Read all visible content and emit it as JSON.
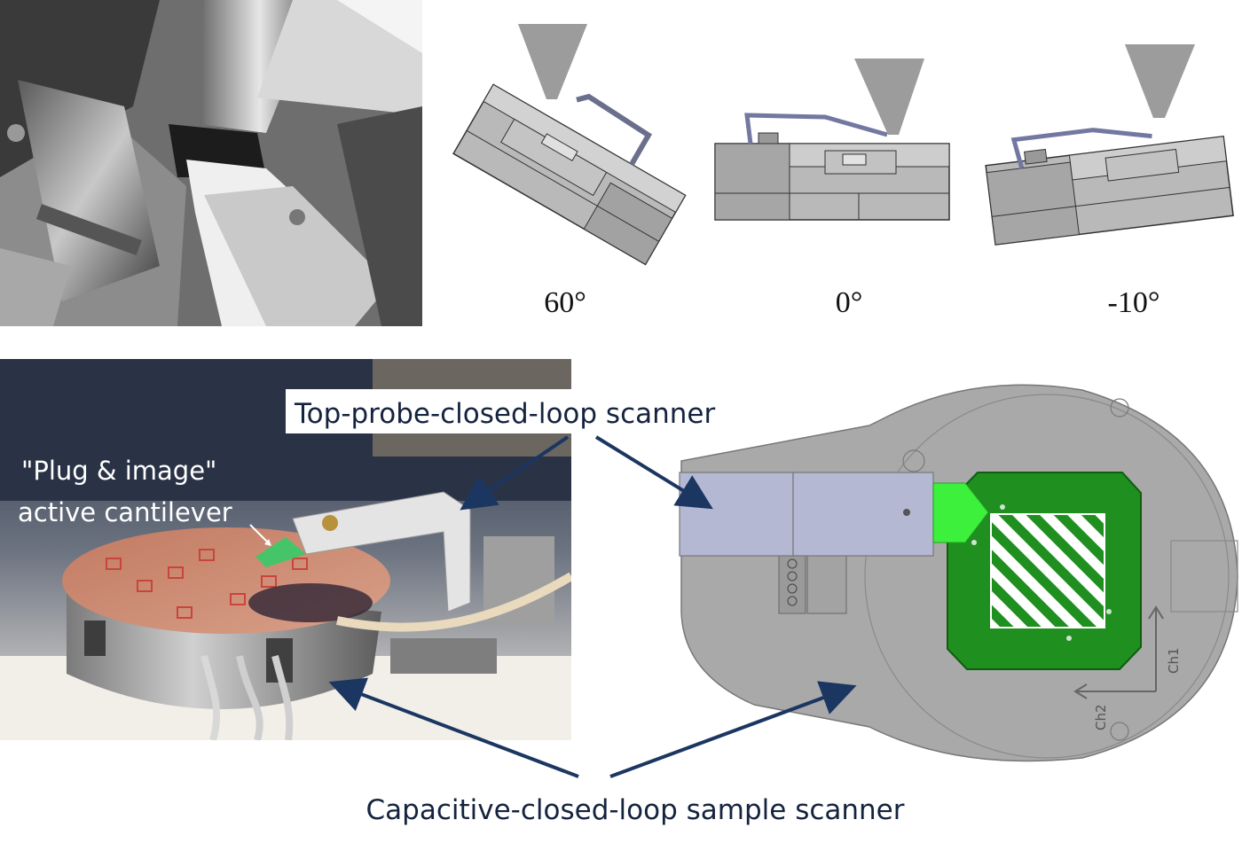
{
  "tilt_views": {
    "angles": [
      "60°",
      "0°",
      "-10°"
    ]
  },
  "labels": {
    "top_scanner": "Top-probe-closed-loop scanner",
    "cantilever_line1": "\"Plug & image\"",
    "cantilever_line2": "active cantilever",
    "sample_scanner": "Capacitive-closed-loop sample scanner"
  },
  "cad_axes": {
    "ch1": "Ch1",
    "ch2": "Ch2"
  },
  "colors": {
    "arrow": "#1b3660",
    "cad_body": "#a9a9a9",
    "scanner_block": "#b4b8d2",
    "pcb_green": "#1f8f1f",
    "cantilever_green": "#3cf03c",
    "photo_wafer": "#c9846a"
  }
}
